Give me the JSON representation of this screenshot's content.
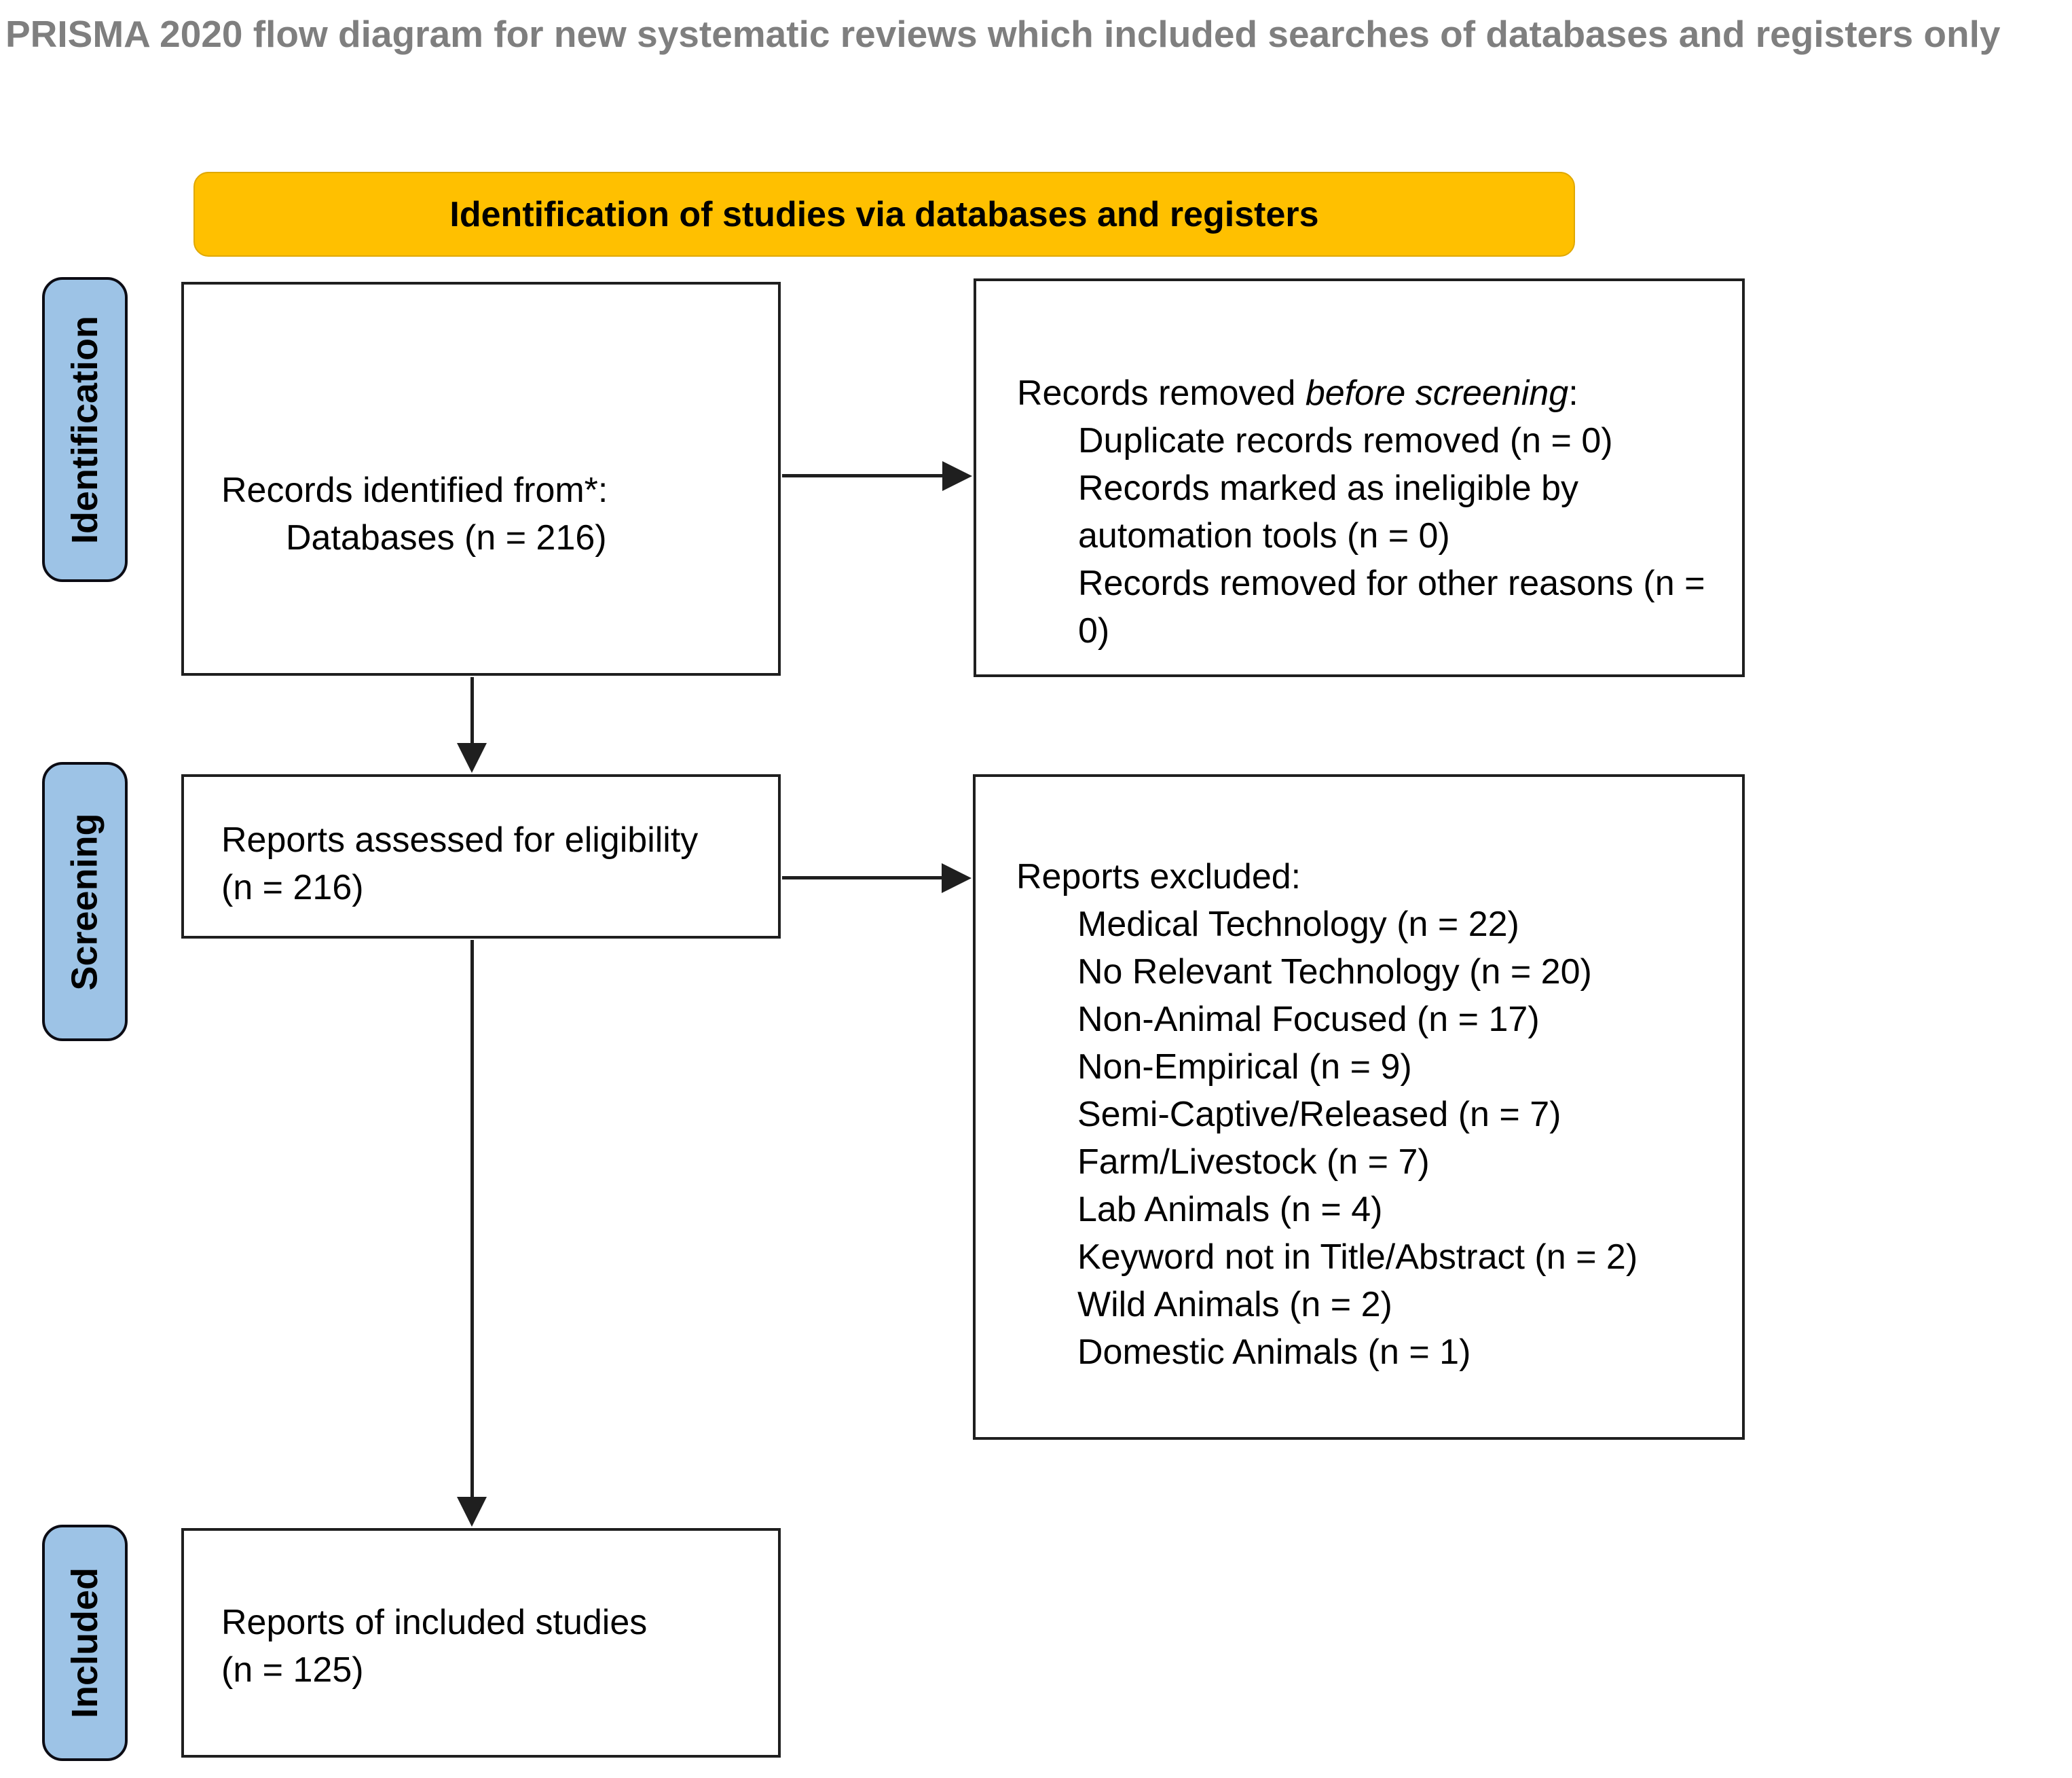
{
  "page_title": "PRISMA 2020 flow diagram for new systematic reviews which included searches of databases and registers only",
  "banner": {
    "label": "Identification of studies via databases and registers"
  },
  "stages": {
    "identification": "Identification",
    "screening": "Screening",
    "included": "Included"
  },
  "boxes": {
    "identified": {
      "line1": "Records identified from*:",
      "line2": "Databases (n = 216)"
    },
    "removed": {
      "heading_prefix": "Records removed ",
      "heading_italic": "before screening",
      "heading_suffix": ":",
      "items": [
        "Duplicate records removed (n = 0)",
        "Records marked as ineligible by automation tools (n = 0)",
        "Records removed for other reasons (n = 0)"
      ]
    },
    "assessed": {
      "line1": "Reports assessed for eligibility",
      "line2": "(n = 216)"
    },
    "excluded": {
      "heading": "Reports excluded:",
      "items": [
        "Medical Technology (n = 22)",
        "No Relevant Technology (n = 20)",
        "Non-Animal Focused (n = 17)",
        "Non-Empirical (n = 9)",
        "Semi-Captive/Released (n = 7)",
        "Farm/Livestock (n = 7)",
        "Lab Animals (n = 4)",
        "Keyword not in Title/Abstract (n = 2)",
        "Wild Animals (n = 2)",
        "Domestic Animals (n = 1)"
      ]
    },
    "included_reports": {
      "line1": "Reports of included studies",
      "line2": "(n = 125)"
    }
  },
  "colors": {
    "banner_yellow": "#FFC000",
    "stage_blue": "#9DC3E6",
    "title_gray": "#7F7F7F"
  }
}
